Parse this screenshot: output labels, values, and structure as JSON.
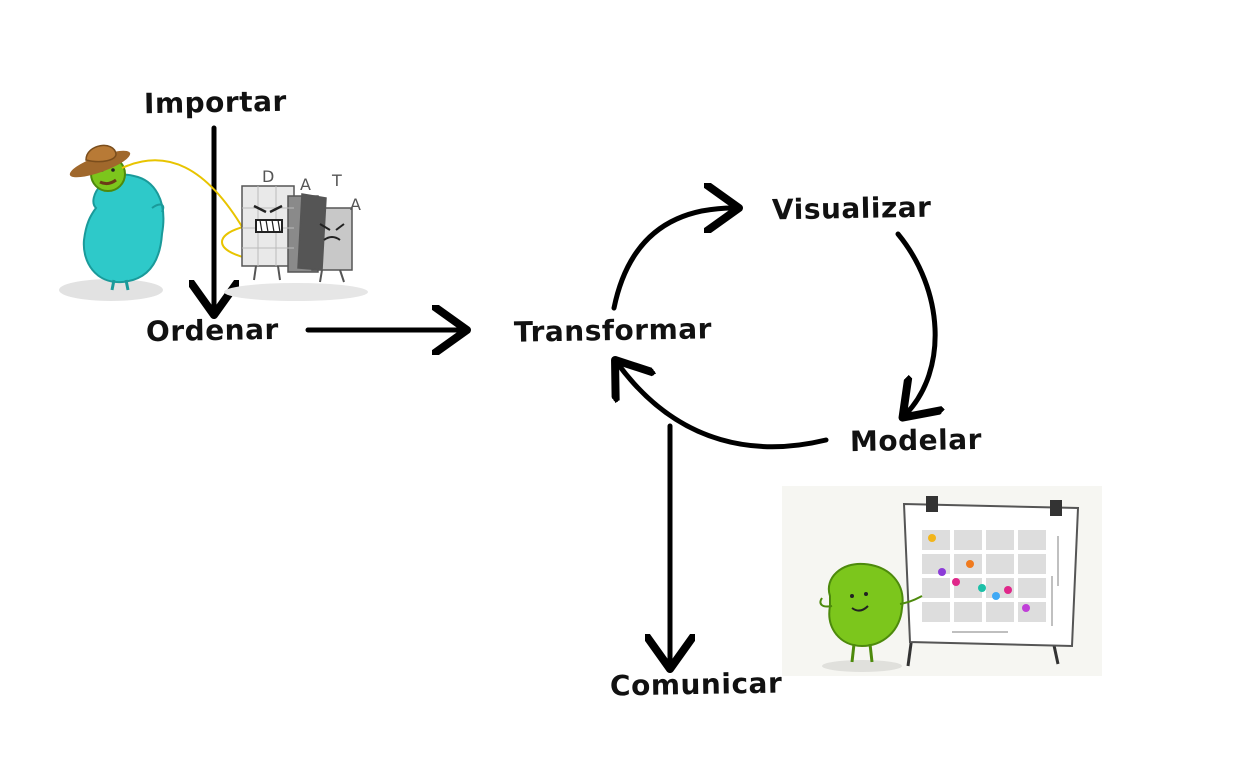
{
  "diagram": {
    "nodes": {
      "importar": "Importar",
      "ordenar": "Ordenar",
      "transformar": "Transformar",
      "visualizar": "Visualizar",
      "modelar": "Modelar",
      "comunicar": "Comunicar"
    },
    "edges": [
      {
        "from": "Importar",
        "to": "Ordenar"
      },
      {
        "from": "Ordenar",
        "to": "Transformar"
      },
      {
        "from": "Transformar",
        "to": "Visualizar"
      },
      {
        "from": "Visualizar",
        "to": "Modelar"
      },
      {
        "from": "Modelar",
        "to": "Transformar"
      },
      {
        "from": "Transformar",
        "to": "Comunicar"
      }
    ],
    "illustrations": {
      "data_wrangling": {
        "icon": "monster-lasso-data-icon",
        "data_letters": [
          "D",
          "A",
          "T",
          "A"
        ]
      },
      "presentation": {
        "icon": "monster-presenting-chart-icon"
      }
    },
    "colors": {
      "arrow": "#000000",
      "monster_green": "#7cc61c",
      "monster_teal": "#2ec9c9",
      "hat_brown": "#a0682c",
      "rope": "#e8c400"
    }
  }
}
